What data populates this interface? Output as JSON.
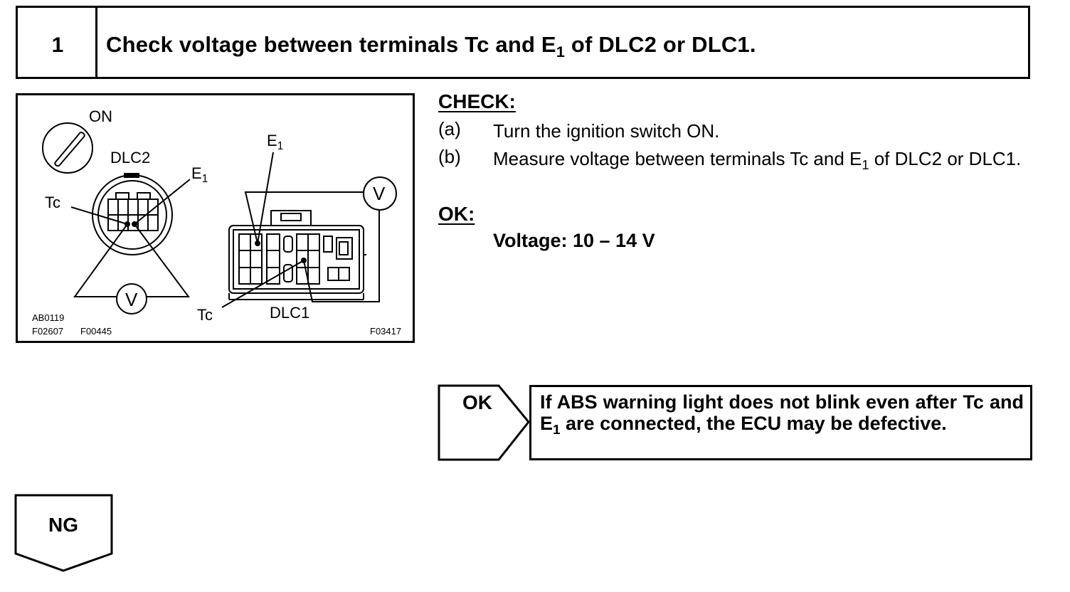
{
  "step": {
    "number": "1",
    "title_prefix": "Check voltage between terminals Tc and E",
    "title_subscript": "1",
    "title_suffix": " of DLC2 or DLC1."
  },
  "figure": {
    "labels": {
      "on": "ON",
      "dlc2": "DLC2",
      "e1_left": "E",
      "e1_left_sub": "1",
      "tc_left": "Tc",
      "voltmeter_left": "V",
      "e1_right": "E",
      "e1_right_sub": "1",
      "voltmeter_right": "V",
      "tc_right": "Tc",
      "dlc1": "DLC1"
    },
    "codes": {
      "code_1": "AB0119",
      "code_2": "F02607",
      "code_3": "F00445",
      "code_4": "F03417"
    }
  },
  "check": {
    "heading": "CHECK:",
    "items": [
      {
        "label": "(a)",
        "text": "Turn the ignition switch ON."
      },
      {
        "label": "(b)",
        "text_prefix": "Measure voltage between terminals Tc and E",
        "text_subscript": "1",
        "text_suffix": " of DLC2 or DLC1."
      }
    ]
  },
  "ok": {
    "heading": "OK:",
    "spec": "Voltage: 10 – 14 V"
  },
  "result_ok": {
    "arrow_label": "OK",
    "text_part1": "If ABS warning light does not blink even after Tc and E",
    "text_subscript": "1",
    "text_part2": " are connected, the ECU may be defective."
  },
  "result_ng": {
    "arrow_label": "NG"
  }
}
